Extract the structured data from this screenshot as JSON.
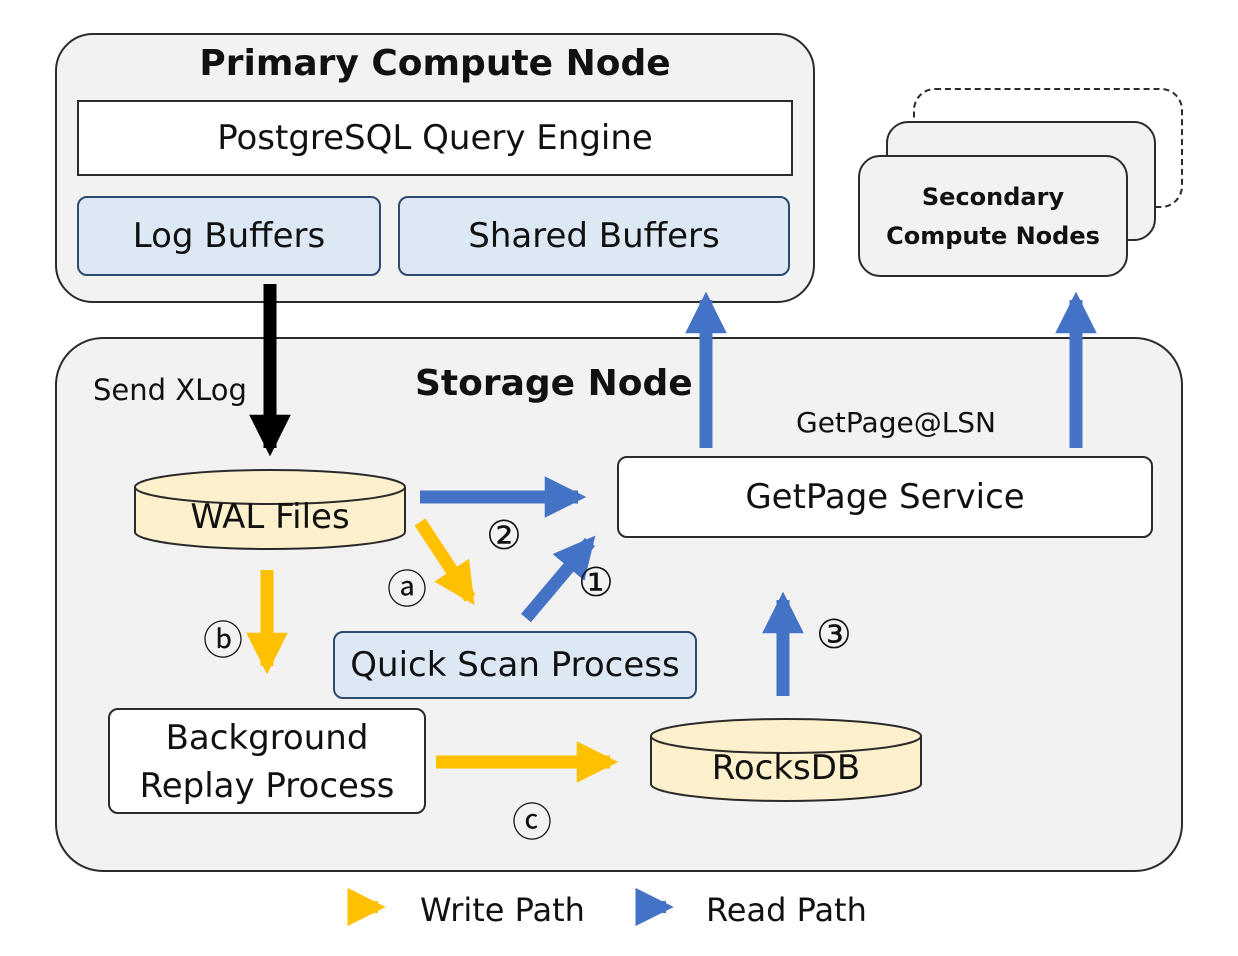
{
  "primary": {
    "title": "Primary Compute Node",
    "query_engine": "PostgreSQL Query Engine",
    "log_buffers": "Log Buffers",
    "shared_buffers": "Shared Buffers"
  },
  "secondary": {
    "line1": "Secondary",
    "line2": "Compute Nodes"
  },
  "storage": {
    "title": "Storage Node",
    "send_xlog": "Send XLog",
    "getpage_lsn": "GetPage@LSN",
    "getpage_service": "GetPage Service",
    "wal_files": "WAL Files",
    "quick_scan": "Quick Scan Process",
    "replay_line1": "Background",
    "replay_line2": "Replay Process",
    "rocksdb": "RocksDB"
  },
  "step_labels": {
    "a": "ⓐ",
    "b": "ⓑ",
    "c": "ⓒ",
    "one": "①",
    "two": "②",
    "three": "③"
  },
  "legend": {
    "write": "Write Path",
    "read": "Read Path"
  },
  "colors": {
    "write": "#ffc000",
    "read": "#4472c4",
    "xlog": "#000000",
    "cylinder_fill": "#fdf0cc",
    "process_fill": "#dde8f5",
    "node_fill": "#f2f2f2"
  }
}
